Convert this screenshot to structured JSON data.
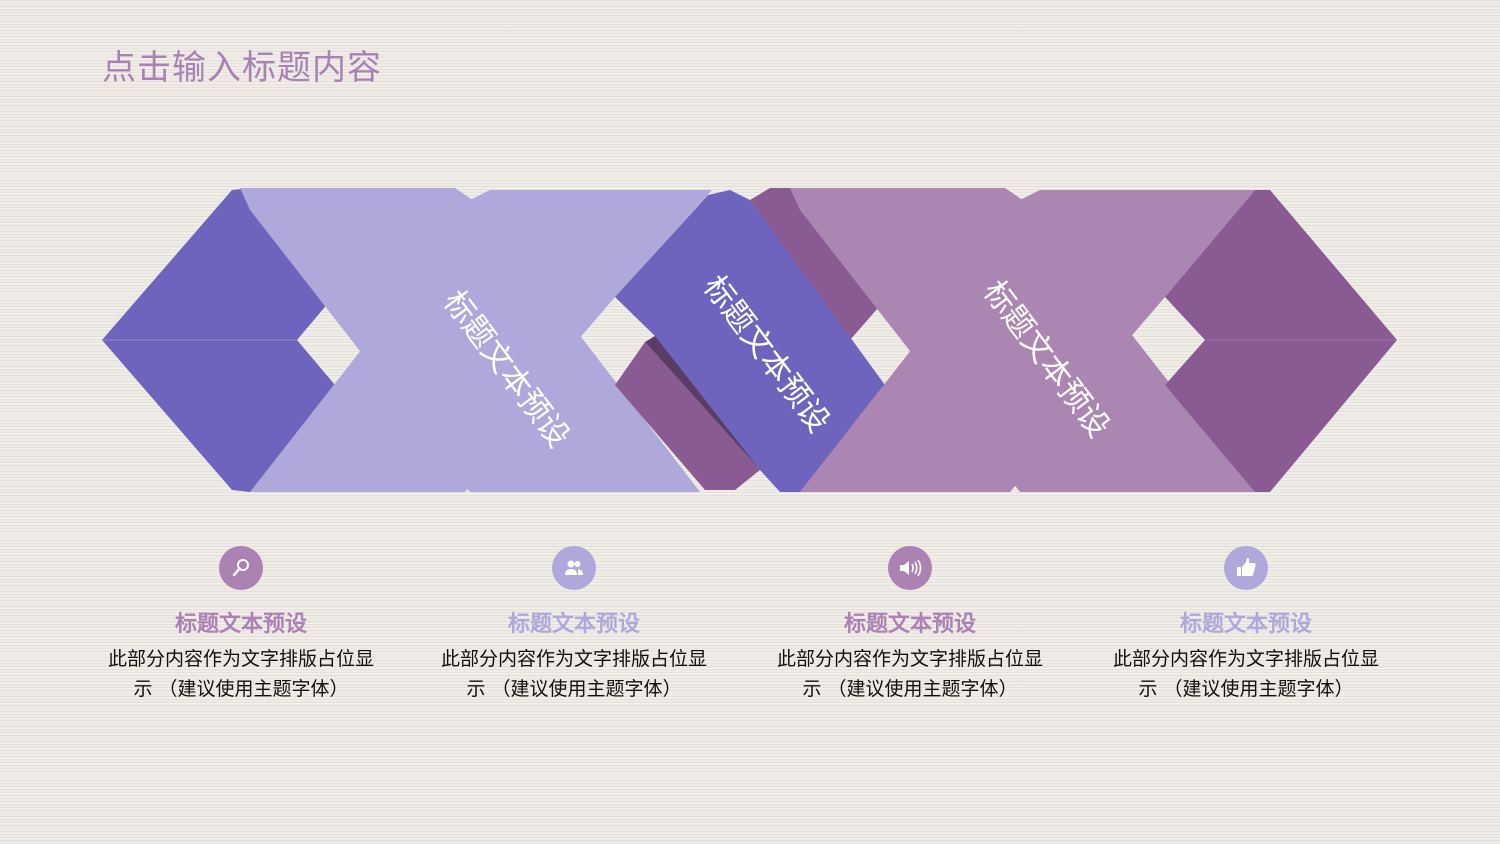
{
  "title": "点击输入标题内容",
  "colors": {
    "blue_dark": "#6e64be",
    "blue_light": "#afa8da",
    "purple_dark": "#8a5a92",
    "purple_light": "#ac86b2",
    "shadow": "#5a3d66",
    "title": "#a882b4"
  },
  "ribbon_labels": [
    "标题文本预设",
    "标题文本预设",
    "标题文本预设"
  ],
  "items": [
    {
      "icon": "search-icon",
      "title": "标题文本预设",
      "desc": "此部分内容作为文字排版占位显示 （建议使用主题字体）",
      "color": "#ab82b3"
    },
    {
      "icon": "users-icon",
      "title": "标题文本预设",
      "desc": "此部分内容作为文字排版占位显示 （建议使用主题字体）",
      "color": "#afa8da"
    },
    {
      "icon": "speaker-icon",
      "title": "标题文本预设",
      "desc": "此部分内容作为文字排版占位显示 （建议使用主题字体）",
      "color": "#ab82b3"
    },
    {
      "icon": "thumbs-up-icon",
      "title": "标题文本预设",
      "desc": "此部分内容作为文字排版占位显示 （建议使用主题字体）",
      "color": "#afa8da"
    }
  ]
}
